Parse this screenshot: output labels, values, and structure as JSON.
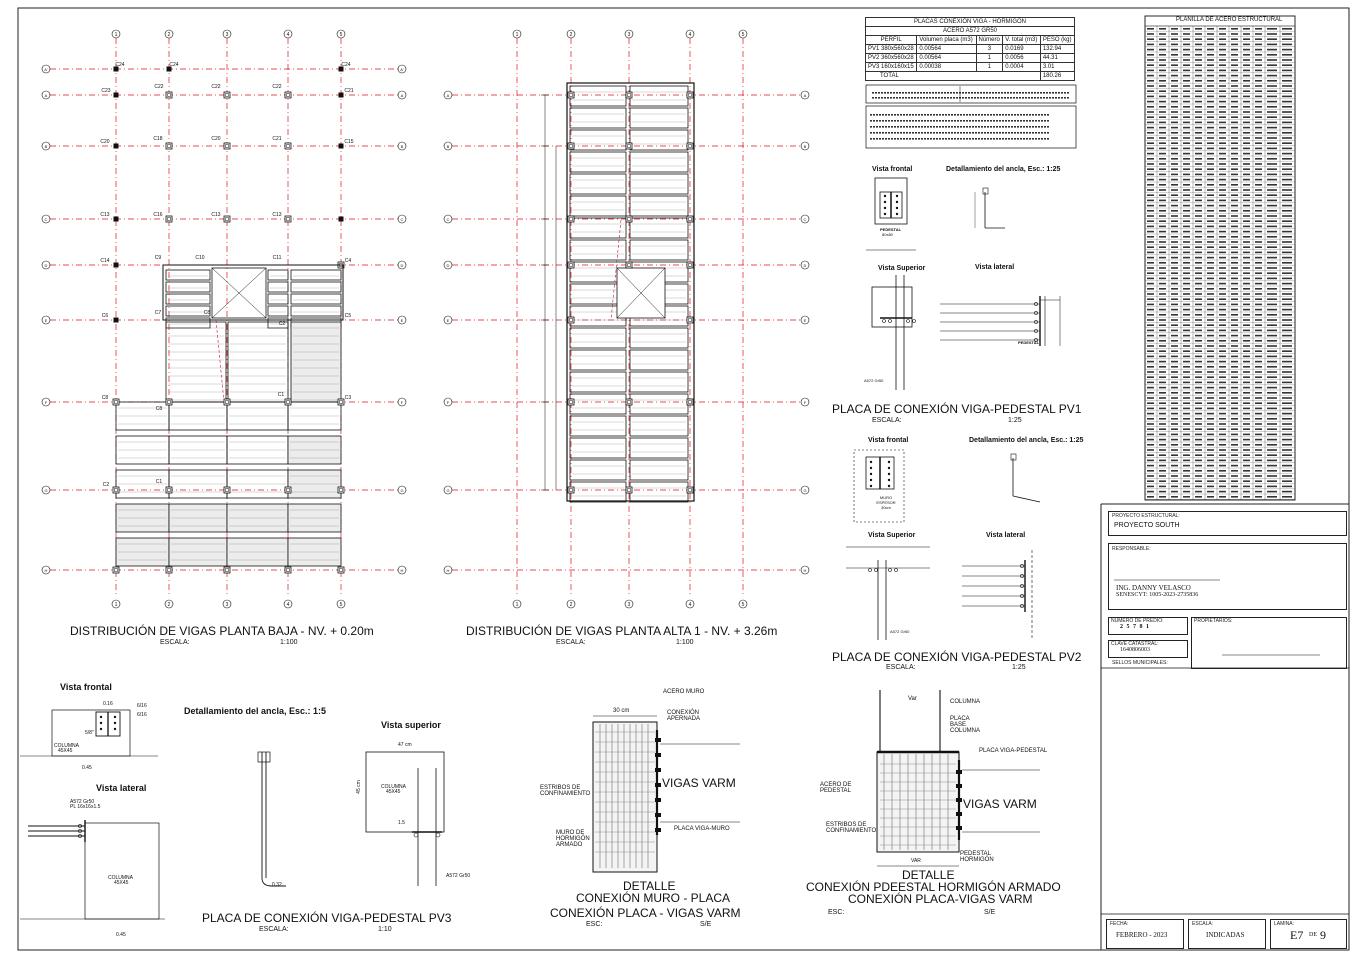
{
  "plans": {
    "plan1_title": "DISTRIBUCIÓN DE VIGAS PLANTA BAJA - NV. + 0.20m",
    "plan1_scale_label": "ESCALA:",
    "plan1_scale": "1:100",
    "plan2_title": "DISTRIBUCIÓN DE VIGAS PLANTA ALTA 1 - NV. + 3.26m",
    "plan2_scale_label": "ESCALA:",
    "plan2_scale": "1:100",
    "axis_numbers": [
      "1",
      "2",
      "3",
      "4",
      "5"
    ],
    "axis_letters": [
      "A'",
      "A",
      "B",
      "C",
      "D",
      "E",
      "F",
      "G",
      "H"
    ],
    "column_labels": [
      "C24",
      "C24",
      "C24",
      "C23",
      "C22",
      "C22",
      "C22",
      "C21",
      "C20",
      "C18",
      "C20",
      "C21",
      "C15",
      "C13",
      "C16",
      "C13",
      "C13",
      "C14",
      "C9",
      "C10",
      "C11",
      "C4",
      "C6",
      "C7",
      "C8",
      "C2",
      "C5",
      "C8",
      "C8",
      "C1",
      "C3",
      "C2",
      "C1"
    ]
  },
  "table_pv": {
    "title": "PLACAS CONEXIÓN VIGA - HORMIGÓN",
    "subtitle": "ACERO A572 GR50",
    "headers": [
      "PERFIL",
      "Volumen placa (m3)",
      "Número",
      "V. total (m3)",
      "PESO (kg)"
    ],
    "rows": [
      [
        "PV1 380x560x28",
        "0.00564",
        "3",
        "0.0169",
        "132.94"
      ],
      [
        "PV2 360x560x28",
        "0.00564",
        "1",
        "0.0056",
        "44.31"
      ],
      [
        "PV3 160x160x15",
        "0.00038",
        "1",
        "0.0004",
        "3.01"
      ]
    ],
    "total_label": "TOTAL",
    "total_value": "180.26"
  },
  "pv1": {
    "front_view": "Vista frontal",
    "anchor_detail": "Detallamiento del ancla, Esc.: 1:25",
    "top_view": "Vista Superior",
    "side_view": "Vista lateral",
    "pedestal": "PEDESTAL",
    "pedestal_size": "80x80",
    "steel": "A572 Gr50",
    "title": "PLACA DE CONEXIÓN VIGA-PEDESTAL PV1",
    "scale_label": "ESCALA:",
    "scale": "1:25"
  },
  "pv2": {
    "front_view": "Vista frontal",
    "anchor_detail": "Detallamiento del ancla, Esc.: 1:25",
    "top_view": "Vista Superior",
    "side_view": "Vista lateral",
    "wall": "MURO ESPESOR 30cm",
    "steel": "A572 Gr50",
    "title": "PLACA DE CONEXIÓN VIGA-PEDESTAL PV2",
    "scale_label": "ESCALA:",
    "scale": "1:25"
  },
  "pv3": {
    "front_view": "Vista frontal",
    "anchor_detail": "Detallamiento del ancla, Esc.: 1:5",
    "top_view": "Vista superior",
    "side_view": "Vista lateral",
    "column": "COLUMNA",
    "column_size": "45X45",
    "steel": "A572 Gr50",
    "plate": "PL 16x16x1.5",
    "dims": [
      "0.16",
      "6/16",
      "6/16",
      "5/8\"",
      "0.45",
      "47 cm",
      "45 cm",
      "1.5",
      "0.45",
      "0.32"
    ],
    "title": "PLACA DE CONEXIÓN VIGA-PEDESTAL PV3",
    "scale_label": "ESCALA:",
    "scale": "1:10"
  },
  "detail1": {
    "top_label": "ACERO MURO",
    "bolted": "CONEXIÓN APERNADA",
    "stirrups": "ESTRIBOS DE CONFINAMIENTO",
    "wall": "MURO DE HORMIGÓN ARMADO",
    "beams": "VIGAS VARM",
    "plate": "PLACA VIGA-MURO",
    "dim": "30 cm",
    "title1": "DETALLE",
    "title2": "CONEXIÓN MURO - PLACA",
    "title3": "CONEXIÓN PLACA - VIGAS VARM",
    "scale_label": "ESC:",
    "scale": "S/E"
  },
  "detail2": {
    "var": "Var",
    "column": "COLUMNA",
    "base_plate": "PLACA BASE COLUMNA",
    "beam_plate": "PLACA VIGA-PEDESTAL",
    "pedestal_steel": "ACERO DE PEDESTAL",
    "stirrups": "ESTRIBOS DE CONFINAMIENTO",
    "beams": "VIGAS VARM",
    "pedestal": "PEDESTAL HORMIGÓN",
    "var2": "VAR",
    "title1": "DETALLE",
    "title2": "CONEXIÓN PDEESTAL HORMIGÓN ARMADO",
    "title3": "CONEXIÓN PLACA-VIGAS VARM",
    "scale_label": "ESC:",
    "scale": "S/E"
  },
  "planilla": {
    "title": "PLANILLA DE ACERO ESTRUCTURAL"
  },
  "title_block": {
    "project_label": "PROYECTO ESTRUCTURAL:",
    "project": "PROYECTO SOUTH",
    "responsible_label": "RESPONSABLE:",
    "engineer": "ING. DANNY VELASCO",
    "senescyt": "SENESCYT: 1005-2023-2735836",
    "predio_label": "NUMERO DE PREDIO:",
    "predio": "2 5 7 8 1",
    "owners_label": "PROPIETARIOS:",
    "catastro_label": "CLAVE CATASTRAL:",
    "catastro": "1640806003",
    "seals_label": "SELLOS MUNICIPALES:",
    "date_label": "FECHA:",
    "date": "FEBRERO - 2023",
    "scale_label": "ESCALA:",
    "scale": "INDICADAS",
    "sheet_label": "LAMINA:",
    "sheet": "E7",
    "sheet_of": "DE",
    "sheet_total": "9"
  },
  "colors": {
    "grid_red": "#e0151b",
    "ink": "#111111",
    "hatch": "#999999"
  }
}
